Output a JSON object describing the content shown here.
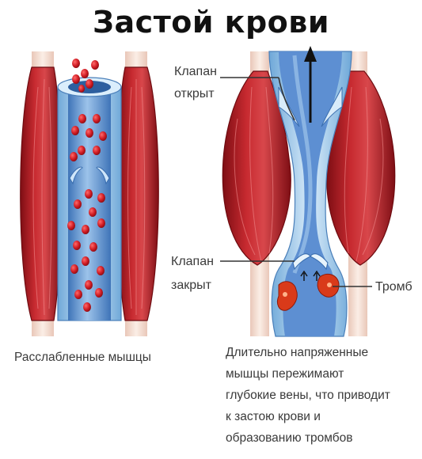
{
  "title": "Застой крови",
  "labels": {
    "valve_open_line1": "Клапан",
    "valve_open_line2": "открыт",
    "valve_closed_line1": "Клапан",
    "valve_closed_line2": "закрыт",
    "thrombus": "Тромб"
  },
  "captions": {
    "left": "Расслабленные мышцы",
    "right_lines": [
      "Длительно напряженные",
      "мышцы пережимают",
      "глубокие вены, что приводит",
      "к застою крови и",
      "образованию тромбов"
    ]
  },
  "colors": {
    "muscle": "#c0242c",
    "muscle_dark": "#8e1218",
    "tendon": "#f3ddd2",
    "vein_blue": "#5b8fd0",
    "vein_light": "#bfd9f2",
    "blood_cell": "#d01c24",
    "thrombus": "#d93a1a"
  }
}
